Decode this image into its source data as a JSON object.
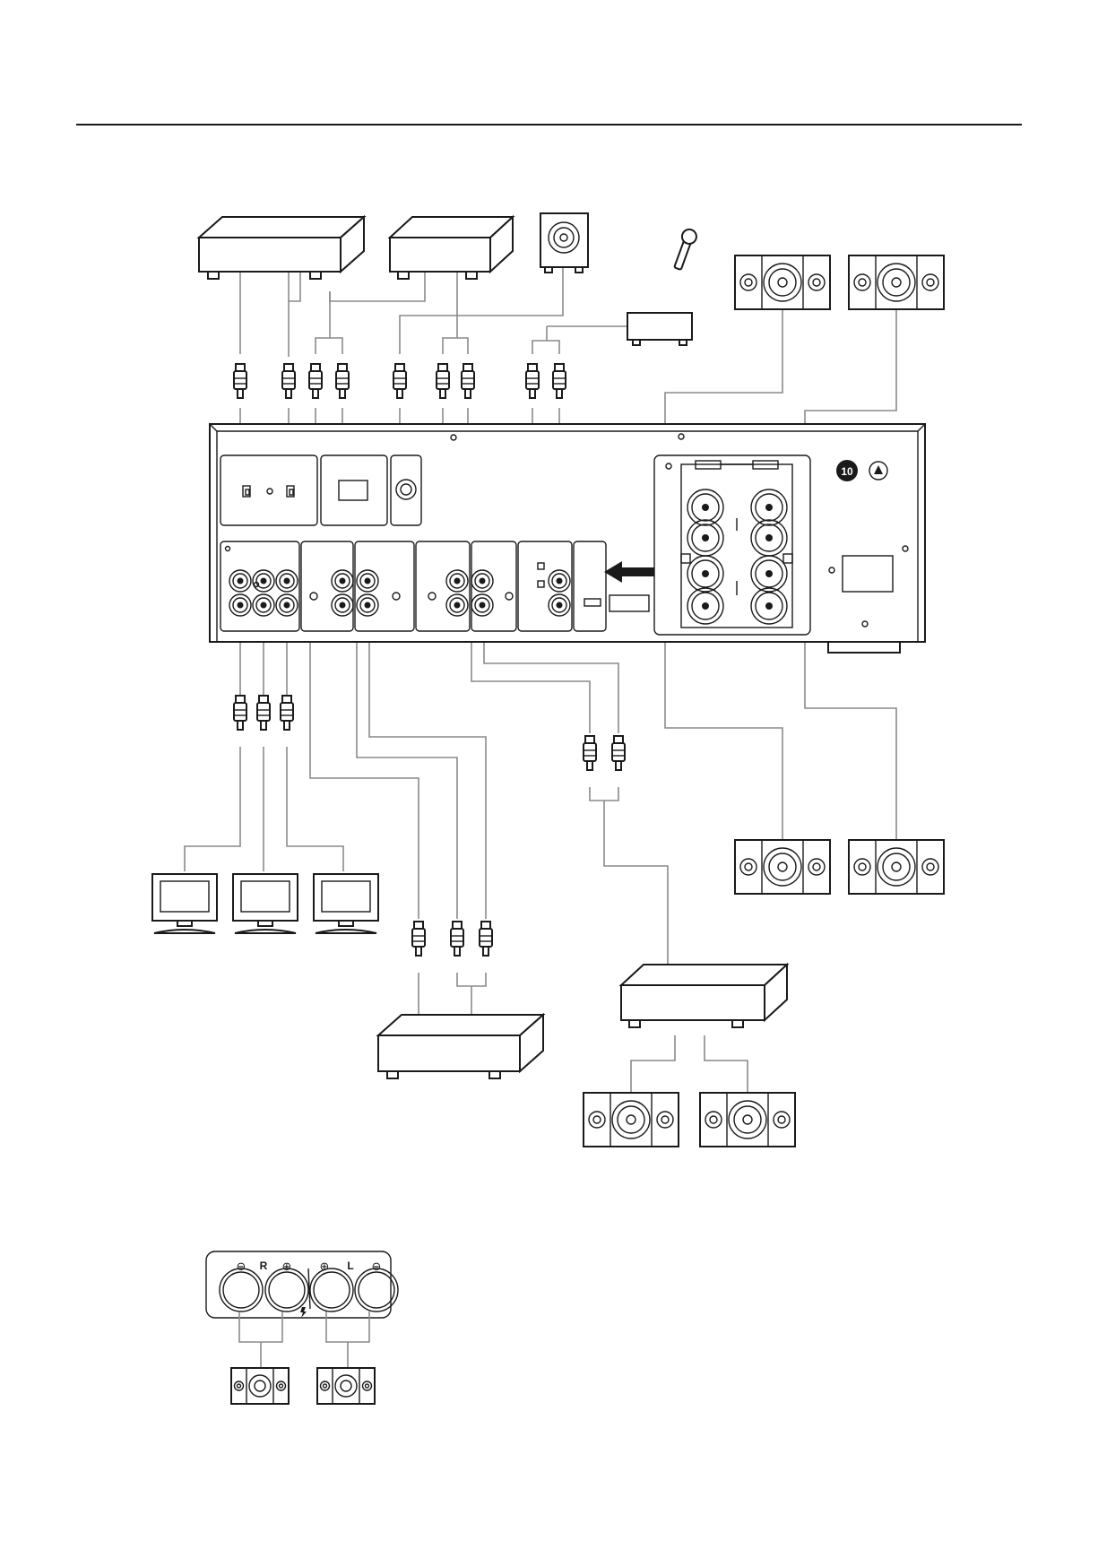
{
  "speaker_terminal_labels": {
    "right": "R",
    "left": "L"
  },
  "badge_number": "10",
  "colors": {
    "line": "#1a1a1a",
    "cable": "#8a8a8a",
    "background": "#ffffff"
  }
}
